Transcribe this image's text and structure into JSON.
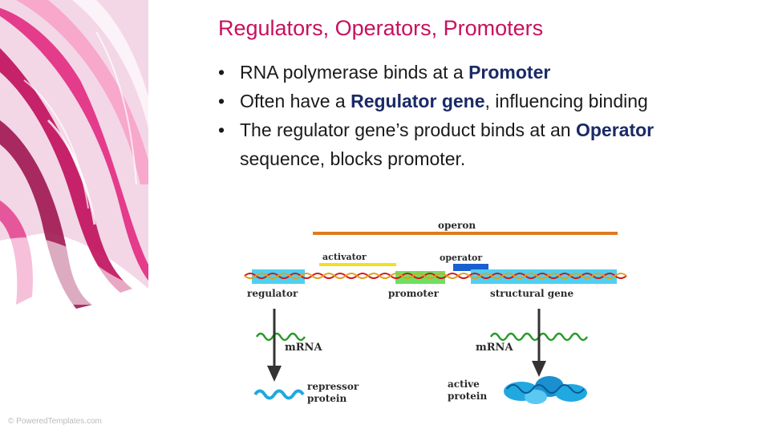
{
  "slide": {
    "title": "Regulators, Operators, Promoters",
    "bullet_glyph": "•",
    "bullets": [
      {
        "before": "RNA polymerase binds at a ",
        "bold": "Promoter",
        "after": ""
      },
      {
        "before": "Often have a ",
        "bold": "Regulator gene",
        "after": ", influencing binding"
      },
      {
        "before": "The regulator gene’s product binds at an ",
        "bold": "Operator",
        "after": " sequence, blocks promoter."
      }
    ],
    "watermark": "© PoweredTemplates.com",
    "title_color": "#c8105e"
  },
  "diagram": {
    "labels": {
      "operon": "operon",
      "activator": "activator",
      "operator": "operator",
      "regulator": "regulator",
      "promoter": "promoter",
      "structural_gene": "structural gene",
      "mrna_left": "mRNA",
      "mrna_right": "mRNA",
      "repressor_protein_1": "repressor",
      "repressor_protein_2": "protein",
      "active_protein_1": "active",
      "active_protein_2": "protein"
    },
    "colors": {
      "operon_bar": "#e07a1e",
      "activator_bar": "#f0e020",
      "operator_box": "#1a5fd0",
      "regulator_box": "#4fd0f0",
      "promoter_box": "#6ee060",
      "structural_box": "#4fd0f0",
      "dna_strand_a": "#d01818",
      "dna_strand_b": "#e0a020",
      "mrna": "#2a9a2a",
      "protein": "#20a8e0",
      "arrow": "#333333"
    }
  }
}
